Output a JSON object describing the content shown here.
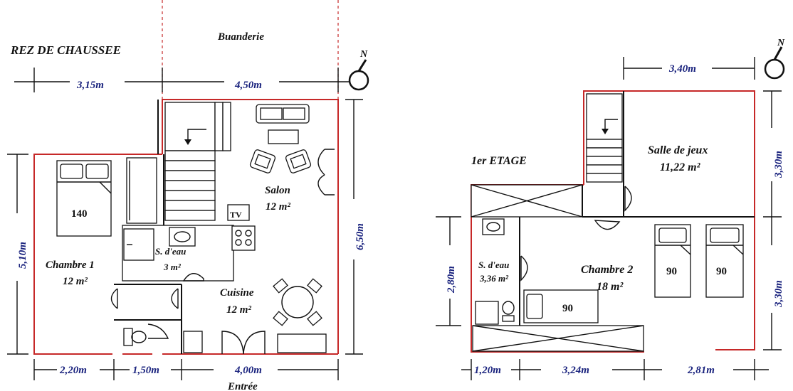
{
  "ground_floor": {
    "title": "REZ DE CHAUSSEE",
    "buanderie": "Buanderie",
    "entree": "Entrée",
    "rooms": {
      "salon": {
        "name": "Salon",
        "area": "12 m²"
      },
      "chambre1": {
        "name": "Chambre 1",
        "area": "12 m²"
      },
      "sdeau": {
        "name": "S. d'eau",
        "area": "3 m²"
      },
      "cuisine": {
        "name": "Cuisine",
        "area": "12 m²"
      }
    },
    "bed_label": "140",
    "tv_label": "TV",
    "dims": {
      "top_left": "3,15m",
      "top_right": "4,50m",
      "left": "5,10m",
      "right": "6,50m",
      "bottom_a": "2,20m",
      "bottom_b": "1,50m",
      "bottom_c": "4,00m"
    }
  },
  "first_floor": {
    "title": "1er ETAGE",
    "rooms": {
      "salle_jeux": {
        "name": "Salle de jeux",
        "area": "11,22 m²"
      },
      "sdeau": {
        "name": "S. d'eau",
        "area": "3,36 m²"
      },
      "chambre2": {
        "name": "Chambre 2",
        "area": "18 m²"
      }
    },
    "beds": [
      "90",
      "90",
      "90"
    ],
    "dims": {
      "top": "3,40m",
      "right_top": "3,30m",
      "right_bottom": "3,30m",
      "left": "2,80m",
      "bottom_a": "1,20m",
      "bottom_b": "3,24m",
      "bottom_c": "2,81m"
    }
  },
  "north": "N"
}
